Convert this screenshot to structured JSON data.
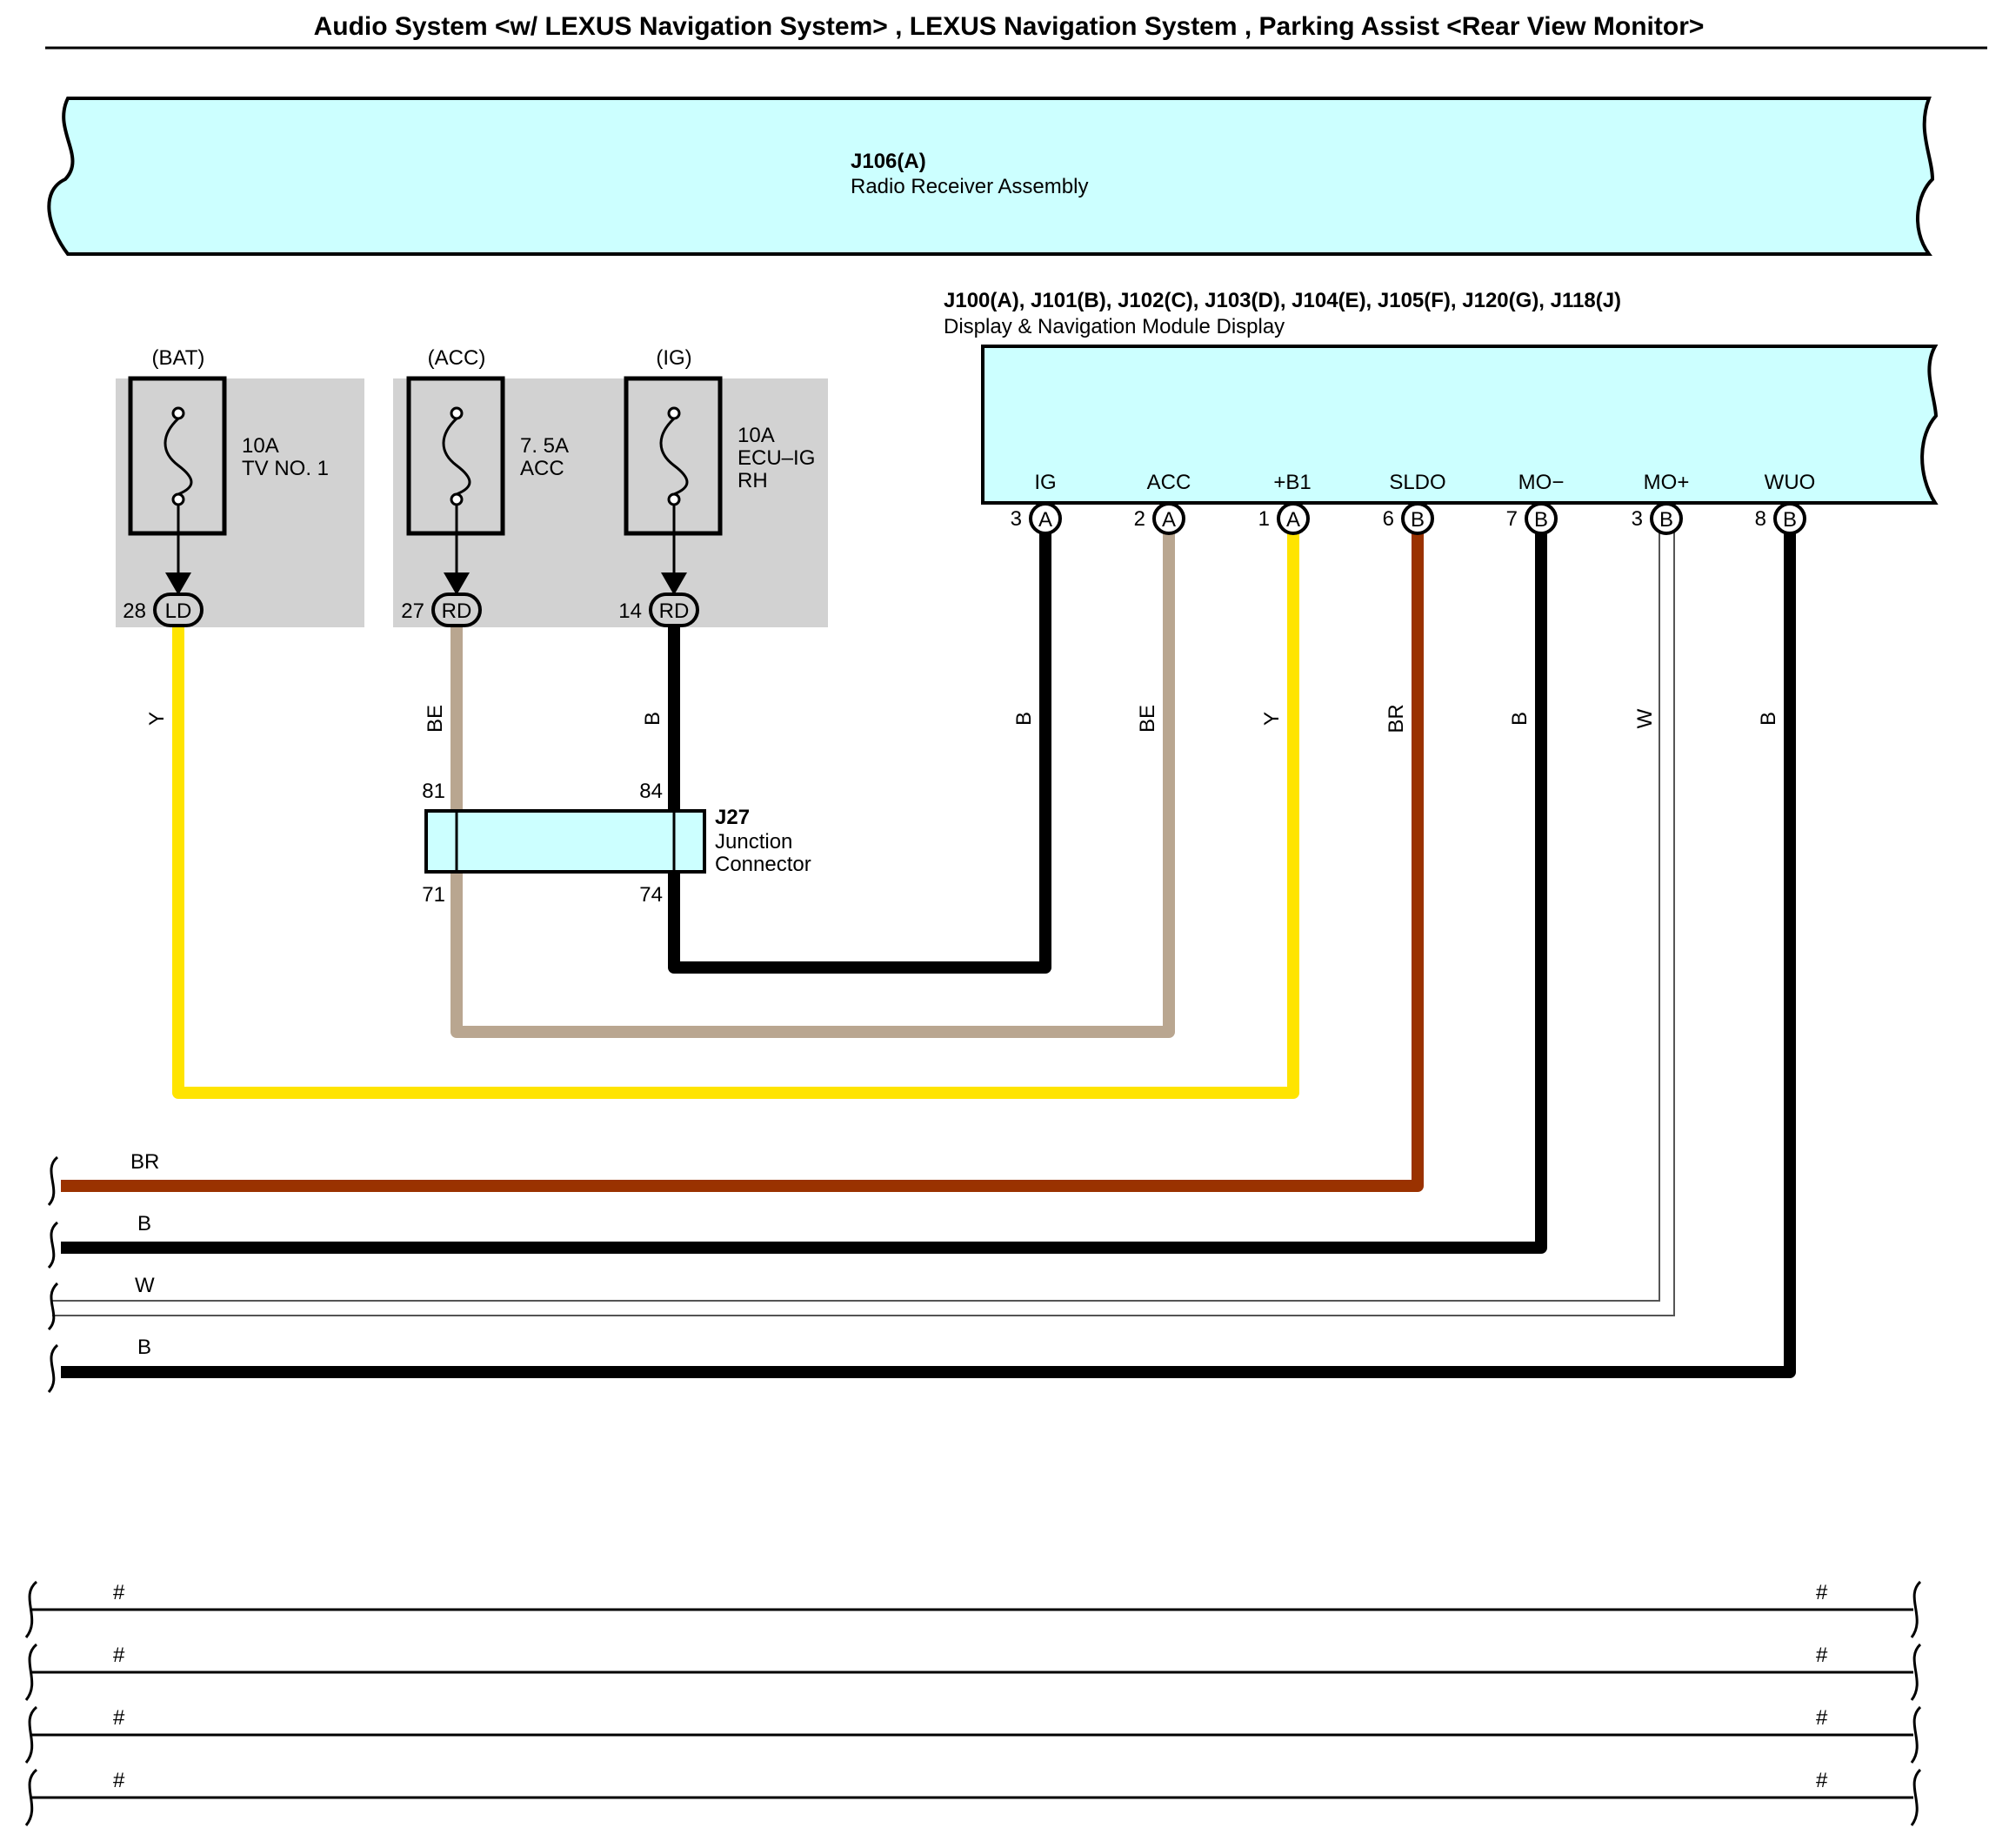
{
  "title": "Audio System <w/ LEXUS Navigation System> , LEXUS Navigation System , Parking Assist <Rear View Monitor>",
  "radio": {
    "code": "J106(A)",
    "name": "Radio Receiver Assembly"
  },
  "display": {
    "codes": "J100(A), J101(B), J102(C), J103(D), J104(E), J105(F), J120(G), J118(J)",
    "name": "Display & Navigation Module Display",
    "terminals": [
      {
        "label": "IG",
        "pin": "3",
        "conn": "A",
        "wire": "B"
      },
      {
        "label": "ACC",
        "pin": "2",
        "conn": "A",
        "wire": "BE"
      },
      {
        "label": "+B1",
        "pin": "1",
        "conn": "A",
        "wire": "Y"
      },
      {
        "label": "SLDO",
        "pin": "6",
        "conn": "B",
        "wire": "BR"
      },
      {
        "label": "MO−",
        "pin": "7",
        "conn": "B",
        "wire": "B"
      },
      {
        "label": "MO+",
        "pin": "3",
        "conn": "B",
        "wire": "W"
      },
      {
        "label": "WUO",
        "pin": "8",
        "conn": "B",
        "wire": "B"
      }
    ]
  },
  "fuses": [
    {
      "source": "(BAT)",
      "rating": "10A",
      "name": "TV NO. 1",
      "name2": "",
      "pin": "28",
      "conn": "LD",
      "wire": "Y"
    },
    {
      "source": "(ACC)",
      "rating": "7. 5A",
      "name": "ACC",
      "name2": "",
      "pin": "27",
      "conn": "RD",
      "wire": "BE"
    },
    {
      "source": "(IG)",
      "rating": "10A",
      "name": "ECU–IG",
      "name2": "RH",
      "pin": "14",
      "conn": "RD",
      "wire": "B"
    }
  ],
  "junction": {
    "code": "J27",
    "name1": "Junction",
    "name2": "Connector",
    "pins": {
      "top_left": "81",
      "top_right": "84",
      "bottom_left": "71",
      "bottom_right": "74"
    }
  },
  "continuation_wires": [
    "BR",
    "B",
    "W",
    "B"
  ],
  "bus_marks": [
    "#",
    "#",
    "#",
    "#"
  ],
  "colors": {
    "connector_fill": "#ccffff",
    "fuse_block_fill": "#d2d2d2",
    "wire_Y": "#ffe400",
    "wire_BE": "#b9a690",
    "wire_B": "#000000",
    "wire_BR": "#9a3200",
    "wire_W": "#ffffff"
  }
}
